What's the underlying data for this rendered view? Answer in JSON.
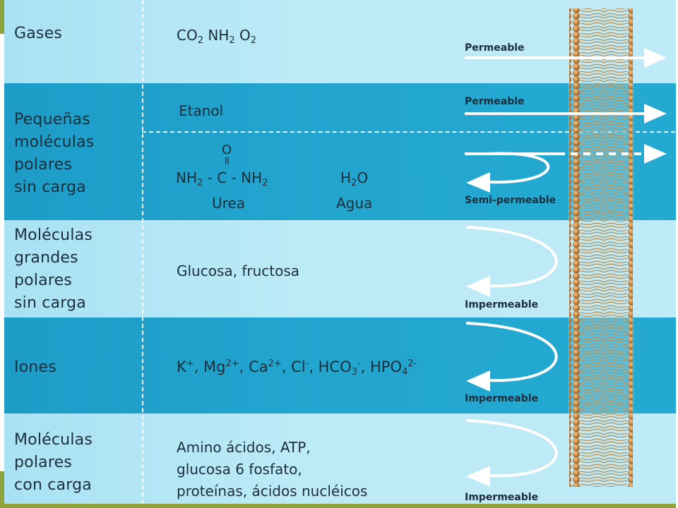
{
  "rows": [
    {
      "category": "Gases",
      "permeability": "Permeable"
    },
    {
      "category": "Pequeñas\nmoléculas\npolares\nsin carga",
      "permeability_top": "Permeable",
      "permeability_bottom": "Semi-permeable"
    },
    {
      "category": "Moléculas\ngrandes\npolares\nsin carga",
      "molecules": "Glucosa, fructosa",
      "permeability": "Impermeable"
    },
    {
      "category": "Iones",
      "permeability": "Impermeable"
    },
    {
      "category": "Moléculas\npolares\ncon carga",
      "molecules": "Amino ácidos, ATP,\nglucosa 6 fosfato,\nproteínas, ácidos nucléicos",
      "permeability": "Impermeable"
    }
  ],
  "gases": {
    "co2": "CO",
    "co2_sub": "2",
    "nh2": "NH",
    "nh2_sub": "2",
    "o2": "O",
    "o2_sub": "2"
  },
  "small": {
    "etanol": "Etanol",
    "urea_o": "O",
    "urea_dbl": "=",
    "urea_formula_left": "NH",
    "urea_formula_left_sub": "2",
    "urea_formula_mid": " - C - ",
    "urea_formula_right": "NH",
    "urea_formula_right_sub": "2",
    "urea_label": "Urea",
    "agua_h": "H",
    "agua_sub": "2",
    "agua_o": "O",
    "agua_label": "Agua"
  },
  "ions": {
    "k": "K",
    "k_sup": "+",
    "sep1": ", ",
    "mg": "Mg",
    "mg_sup": "2+",
    "sep2": ", ",
    "ca": "Ca",
    "ca_sup": "2+",
    "sep3": ", ",
    "cl": "Cl",
    "cl_sup": "-",
    "sep4": ", ",
    "hco": "HCO",
    "hco_sub": "3",
    "hco_sup": "-",
    "sep5": ", ",
    "hpo": "HPO",
    "hpo_sub": "4",
    "hpo_sup": "2-"
  }
}
